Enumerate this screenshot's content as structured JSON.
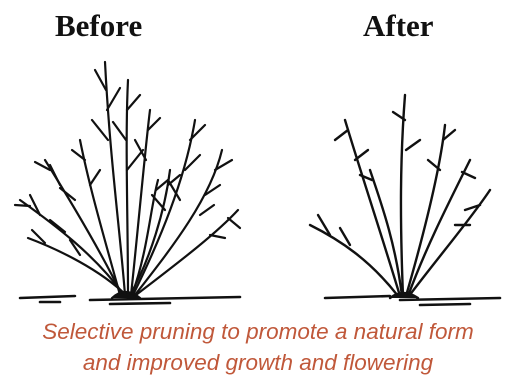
{
  "panels": {
    "before": {
      "label": "Before"
    },
    "after": {
      "label": "After"
    }
  },
  "caption": {
    "line1": "Selective pruning to promote a natural form",
    "line2": "and improved growth and flowering",
    "color": "#c0583a"
  },
  "illustration": {
    "ink_color": "#111111",
    "before_icon": "dense-unpruned-shrub-icon",
    "after_icon": "thinned-pruned-shrub-icon"
  }
}
